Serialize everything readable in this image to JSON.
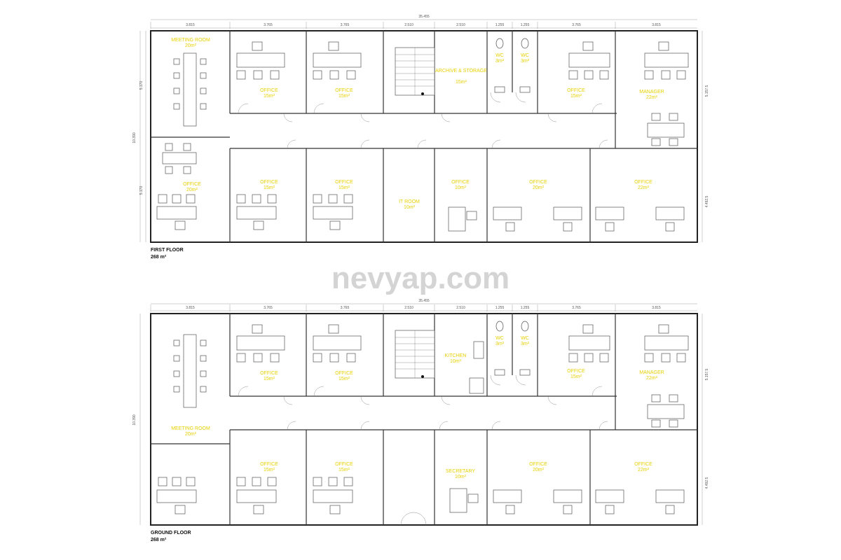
{
  "watermark": "nevyap.com",
  "first_floor": {
    "title": "FIRST FLOOR",
    "area": "268 m²",
    "total_width": "35.455",
    "height_left": "10.390",
    "height_left_top": "5.170",
    "height_left_bottom": "5.170",
    "height_right_top": "5.157.5",
    "height_right_bottom": "4.492.5",
    "top_dims": [
      "3.815",
      "3.765",
      "3.765",
      "2.510",
      "2.510",
      "1.255",
      "1.255",
      "3.765",
      "3.815"
    ],
    "rooms": [
      {
        "id": "meeting",
        "name": "MEETING ROOM",
        "area": "20m²"
      },
      {
        "id": "office_t1",
        "name": "OFFICE",
        "area": "15m²"
      },
      {
        "id": "office_t2",
        "name": "OFFICE",
        "area": "15m²"
      },
      {
        "id": "archive",
        "name": "ARCHIVE & STORAGE",
        "area": "15m²"
      },
      {
        "id": "wc1",
        "name": "WC",
        "area": "3m²"
      },
      {
        "id": "wc2",
        "name": "WC",
        "area": "3m²"
      },
      {
        "id": "office_t3",
        "name": "OFFICE",
        "area": "15m²"
      },
      {
        "id": "manager",
        "name": "MANAGER",
        "area": "22m²"
      },
      {
        "id": "office_b1",
        "name": "OFFICE",
        "area": "20m²"
      },
      {
        "id": "office_b2",
        "name": "OFFICE",
        "area": "15m²"
      },
      {
        "id": "office_b3",
        "name": "OFFICE",
        "area": "15m²"
      },
      {
        "id": "it",
        "name": "IT ROOM",
        "area": "10m²"
      },
      {
        "id": "office_b4",
        "name": "OFFICE",
        "area": "10m²"
      },
      {
        "id": "office_b5",
        "name": "OFFICE",
        "area": "20m²"
      },
      {
        "id": "office_b6",
        "name": "OFFICE",
        "area": "22m²"
      }
    ]
  },
  "ground_floor": {
    "title": "GROUND FLOOR",
    "area": "268 m²",
    "total_width": "35.455",
    "height_left": "10.390",
    "height_right_top": "5.157.5",
    "height_right_bottom": "4.492.5",
    "top_dims": [
      "3.815",
      "3.765",
      "3.765",
      "2.510",
      "2.510",
      "1.255",
      "1.255",
      "3.765",
      "3.815"
    ],
    "rooms": [
      {
        "id": "meeting",
        "name": "MEETING ROOM",
        "area": "20m²"
      },
      {
        "id": "office_t1",
        "name": "OFFICE",
        "area": "15m²"
      },
      {
        "id": "office_t2",
        "name": "OFFICE",
        "area": "15m²"
      },
      {
        "id": "kitchen",
        "name": "KITCHEN",
        "area": "10m²"
      },
      {
        "id": "wc1",
        "name": "WC",
        "area": "3m²"
      },
      {
        "id": "wc2",
        "name": "WC",
        "area": "3m²"
      },
      {
        "id": "office_t3",
        "name": "OFFICE",
        "area": "15m²"
      },
      {
        "id": "manager",
        "name": "MANAGER",
        "area": "22m²"
      },
      {
        "id": "office_b2",
        "name": "OFFICE",
        "area": "15m²"
      },
      {
        "id": "office_b3",
        "name": "OFFICE",
        "area": "15m²"
      },
      {
        "id": "secretary",
        "name": "SECRETARY",
        "area": "10m²"
      },
      {
        "id": "office_b5",
        "name": "OFFICE",
        "area": "20m²"
      },
      {
        "id": "office_b6",
        "name": "OFFICE",
        "area": "22m²"
      }
    ]
  },
  "colors": {
    "label": "#e8d000",
    "wall": "#333333",
    "watermark": "#d4d4d4"
  }
}
